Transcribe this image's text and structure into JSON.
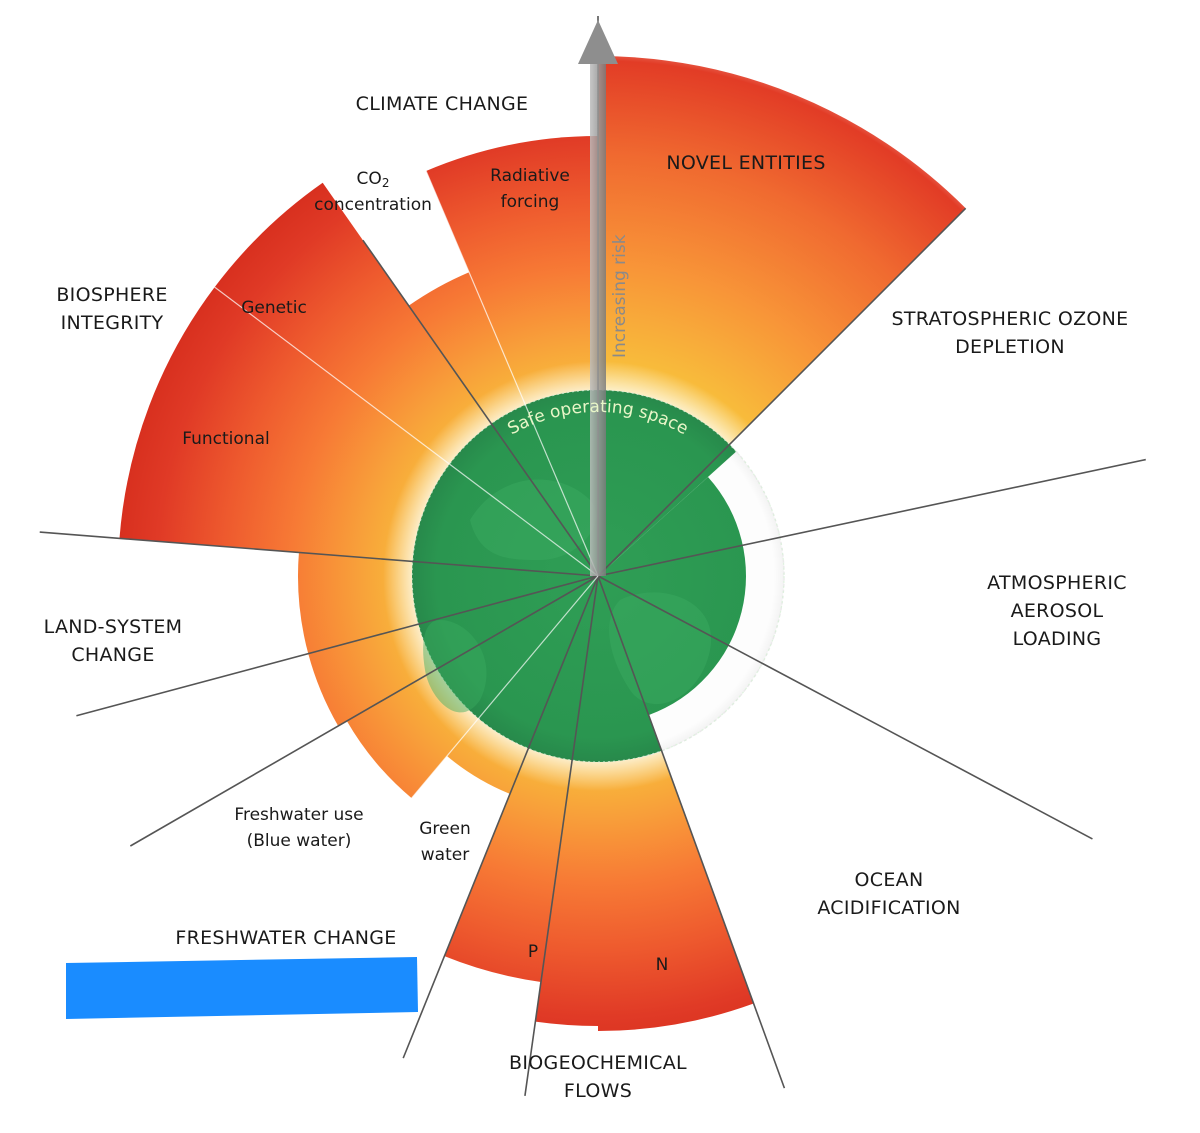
{
  "labels": {
    "climate_change": "CLIMATE CHANGE",
    "co2_line1": "CO",
    "co2_sub": "2",
    "co2_line2": "concentration",
    "radiative_line1": "Radiative",
    "radiative_line2": "forcing",
    "novel_entities": "NOVEL ENTITIES",
    "biosphere_line1": "BIOSPHERE",
    "biosphere_line2": "INTEGRITY",
    "genetic": "Genetic",
    "functional": "Functional",
    "ozone_line1": "STRATOSPHERIC OZONE",
    "ozone_line2": "DEPLETION",
    "aerosol_line1": "ATMOSPHERIC",
    "aerosol_line2": "AEROSOL",
    "aerosol_line3": "LOADING",
    "land_line1": "LAND-SYSTEM",
    "land_line2": "CHANGE",
    "blue_water_line1": "Freshwater use",
    "blue_water_line2": "(Blue water)",
    "green_water_line1": "Green",
    "green_water_line2": "water",
    "ocean_line1": "OCEAN",
    "ocean_line2": "ACIDIFICATION",
    "freshwater_change": "FRESHWATER CHANGE",
    "p": "P",
    "n": "N",
    "bio_flows_line1": "BIOGEOCHEMICAL",
    "bio_flows_line2": "FLOWS",
    "safe_space": "Safe operating space",
    "increasing_risk": "Increasing risk"
  },
  "colors": {
    "safe_green": "#2f9e55",
    "risk_red": "#e03a26",
    "risk_orange": "#f77a35",
    "risk_yellow": "#f7b43a",
    "freshwater_blue": "#1a8cff",
    "unquantified_grey": "#d6d6d6"
  }
}
